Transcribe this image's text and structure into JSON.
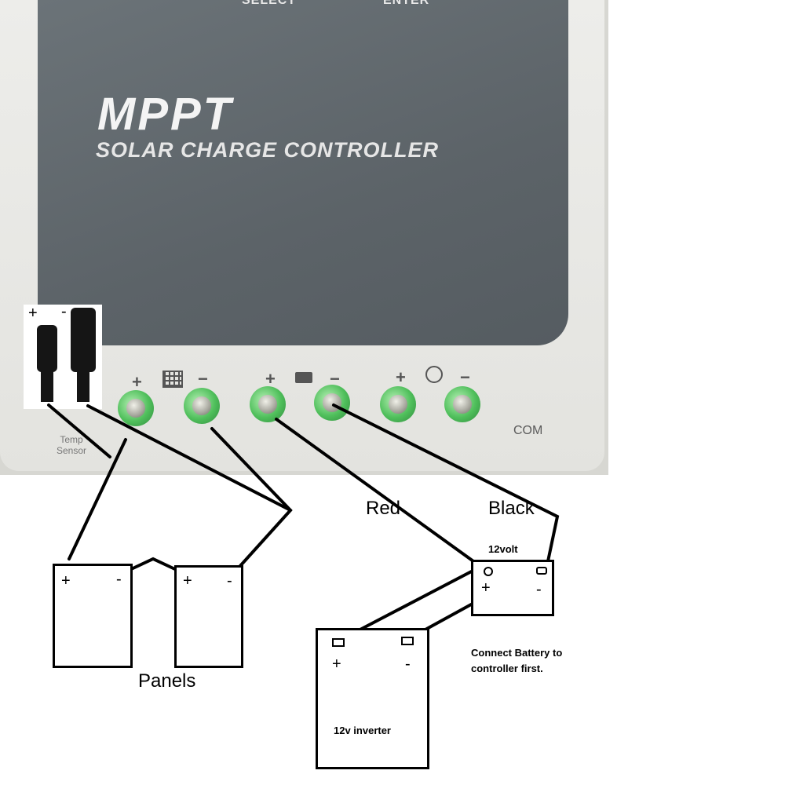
{
  "controller": {
    "panel_top_left": "SELECT",
    "panel_top_right": "ENTER",
    "brand": "MPPT",
    "subtitle": "SOLAR CHARGE CONTROLLER",
    "com_label": "COM",
    "temp_sensor_label": "Temp\nSensor",
    "terminal_labels": [
      "+",
      "−",
      "+",
      "−",
      "+",
      "−"
    ],
    "icons": [
      "solar-panel-icon",
      "battery-icon",
      "lamp-icon"
    ]
  },
  "connector": {
    "plus": "+",
    "minus": "-"
  },
  "diagram": {
    "wire_red_label": "Red",
    "wire_black_label": "Black",
    "panels_label": "Panels",
    "battery_label": "12volt",
    "battery_plus": "+",
    "battery_minus": "-",
    "inverter_label": "12v inverter",
    "inverter_plus": "+",
    "inverter_minus": "-",
    "panel1_plus": "+",
    "panel1_minus": "-",
    "panel2_plus": "+",
    "panel2_minus": "-",
    "note": "Connect Battery to controller first."
  }
}
